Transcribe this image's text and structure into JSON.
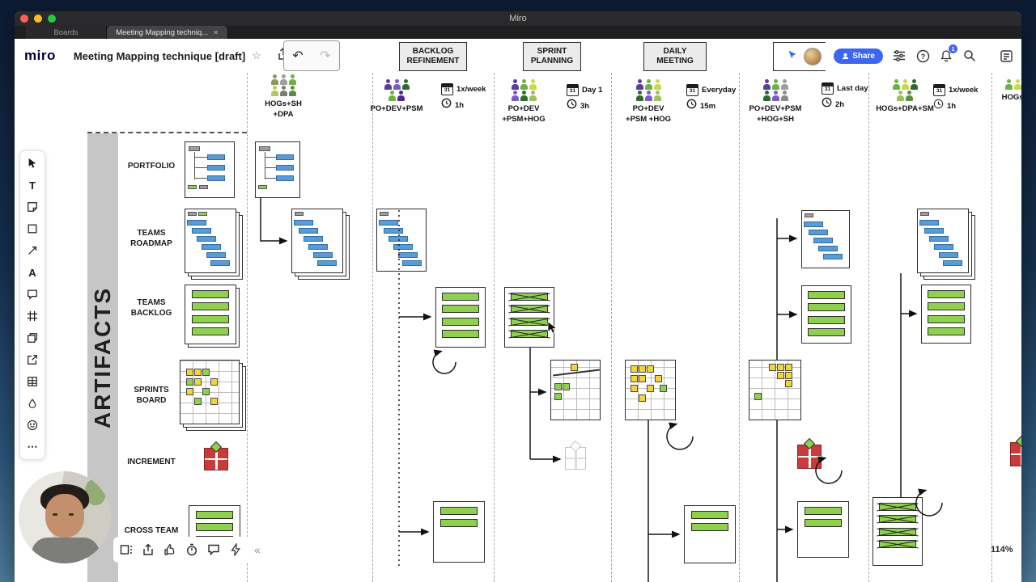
{
  "colors": {
    "accent_blue": "#3b66f0",
    "sticky_green": "#8fd14f",
    "sticky_yellow": "#f2d53c",
    "bar_blue": "#5b9bd5",
    "increment_red": "#c93b3b",
    "frame_grey": "#ebebeb"
  },
  "macos": {
    "window_title": "Miro",
    "tabs": [
      {
        "label": "Boards"
      },
      {
        "label": "Meeting Mapping techniq...",
        "close_icon": "✕"
      }
    ]
  },
  "app_header": {
    "logo": "miro",
    "board_title": "Meeting Mapping technique [draft]",
    "star_icon": "☆",
    "undo_icon": "↶",
    "redo_icon": "↷",
    "share_label": "Share",
    "notification_badge": "1"
  },
  "left_toolbar": [
    {
      "name": "select"
    },
    {
      "name": "text",
      "glyph": "T"
    },
    {
      "name": "sticky-note"
    },
    {
      "name": "shape"
    },
    {
      "name": "connector"
    },
    {
      "name": "pen",
      "glyph": "A"
    },
    {
      "name": "comment"
    },
    {
      "name": "frame"
    },
    {
      "name": "card"
    },
    {
      "name": "embed"
    },
    {
      "name": "table"
    },
    {
      "name": "apps"
    },
    {
      "name": "emoji"
    },
    {
      "name": "more",
      "glyph": "⋯"
    }
  ],
  "bottom_toolbar": {
    "tools": [
      "frames",
      "present",
      "reactions",
      "timer",
      "chat",
      "tools"
    ],
    "collapse_icon": "«"
  },
  "canvas": {
    "zoom": "114%",
    "calendar_day": "31",
    "artifacts": {
      "title": "ARTIFACTS",
      "rows": [
        "PORTFOLIO",
        "TEAMS ROADMAP",
        "TEAMS BACKLOG",
        "SPRINTS BOARD",
        "INCREMENT",
        "CROSS TEAM"
      ]
    },
    "columns": [
      {
        "header": "",
        "attendees": "HOGs+SH +DPA",
        "frequency": "",
        "duration": "",
        "people": [
          "#8a9a5b",
          "#9e9e9e",
          "#6fb043",
          "#b5c95a",
          "#7a7a7a",
          "#5a8f3c"
        ]
      },
      {
        "header": "BACKLOG REFINEMENT",
        "attendees": "PO+DEV+PSM",
        "frequency": "1x/week",
        "duration": "1h",
        "people": [
          "#5b3e96",
          "#7a5cc4",
          "#2f6b2f",
          "#6fb043",
          "#4b2d7f"
        ]
      },
      {
        "header": "SPRINT PLANNING",
        "attendees": "PO+DEV +PSM+HOG",
        "frequency": "Day 1",
        "duration": "3h",
        "people": [
          "#5b3e96",
          "#6fb043",
          "#c7d94f",
          "#7a5cc4",
          "#2f6b2f",
          "#9cc25a"
        ]
      },
      {
        "header": "DAILY MEETING",
        "attendees": "PO+DEV +PSM +HOG",
        "frequency": "Everyday",
        "duration": "15m",
        "people": [
          "#5b3e96",
          "#6fb043",
          "#c7d94f",
          "#2f6b2f",
          "#7a5cc4",
          "#9cc25a"
        ]
      },
      {
        "header": "",
        "attendees": "PO+DEV+PSM +HOG+SH",
        "frequency": "Last day",
        "duration": "2h",
        "people": [
          "#5b3e96",
          "#6fb043",
          "#9e9e9e",
          "#2f6b2f",
          "#7a5cc4",
          "#8a8a8a"
        ]
      },
      {
        "header": "",
        "attendees": "HOGs+DPA+SM",
        "frequency": "1x/week",
        "duration": "1h",
        "people": [
          "#6fb043",
          "#c7d94f",
          "#2f6b2f",
          "#9cc25a",
          "#5a8f3c"
        ]
      },
      {
        "header": "",
        "attendees": "HOGs+S",
        "frequency": "",
        "duration": "",
        "people": [
          "#6fb043",
          "#c7d94f",
          "#2f6b2f"
        ]
      }
    ]
  }
}
